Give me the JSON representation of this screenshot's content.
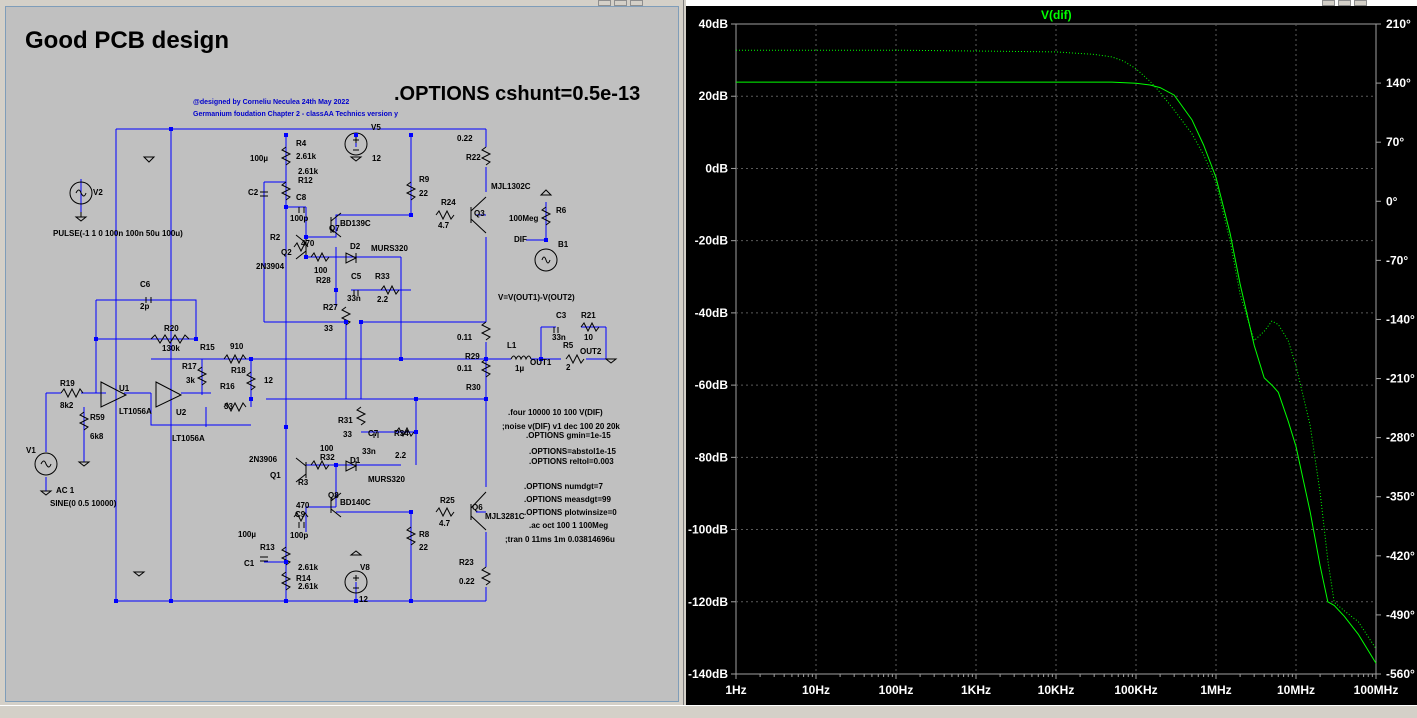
{
  "schematic": {
    "title": "Good PCB design",
    "options_cshunt": ".OPTIONS cshunt=0.5e-13",
    "credit_line1": "@designed by Corneliu Neculea 24th May 2022",
    "credit_line2": "Germanium foudation Chapter 2 - classAA Technics version y",
    "labels": [
      {
        "id": "v2",
        "text": "V2"
      },
      {
        "id": "pulse",
        "text": "PULSE(-1 1 0 100n 100n 50u 100u)"
      },
      {
        "id": "c6",
        "text": "C6"
      },
      {
        "id": "c6v",
        "text": "2p"
      },
      {
        "id": "r20",
        "text": "R20"
      },
      {
        "id": "r20v",
        "text": "130k"
      },
      {
        "id": "r15",
        "text": "R15"
      },
      {
        "id": "r15v",
        "text": "910"
      },
      {
        "id": "r17",
        "text": "R17"
      },
      {
        "id": "r17v",
        "text": "3k"
      },
      {
        "id": "r18",
        "text": "R18"
      },
      {
        "id": "r18v",
        "text": "12"
      },
      {
        "id": "r16",
        "text": "R16"
      },
      {
        "id": "r16v",
        "text": "33"
      },
      {
        "id": "r19",
        "text": "R19"
      },
      {
        "id": "r19v",
        "text": "8k2"
      },
      {
        "id": "r59",
        "text": "R59"
      },
      {
        "id": "r59v",
        "text": "6k8"
      },
      {
        "id": "u1",
        "text": "U1"
      },
      {
        "id": "u1v",
        "text": "LT1056A"
      },
      {
        "id": "u2",
        "text": "U2"
      },
      {
        "id": "u2v",
        "text": "LT1056A"
      },
      {
        "id": "v1",
        "text": "V1"
      },
      {
        "id": "ac1",
        "text": "AC 1"
      },
      {
        "id": "sine",
        "text": "SINE(0 0.5 10000)"
      },
      {
        "id": "c2",
        "text": "C2"
      },
      {
        "id": "c2v",
        "text": "100µ"
      },
      {
        "id": "r4",
        "text": "R4"
      },
      {
        "id": "r4v",
        "text": "2.61k"
      },
      {
        "id": "r12v",
        "text": "2.61k"
      },
      {
        "id": "r12",
        "text": "R12"
      },
      {
        "id": "c8",
        "text": "C8"
      },
      {
        "id": "c8v",
        "text": "100p"
      },
      {
        "id": "r2",
        "text": "R2"
      },
      {
        "id": "r2v",
        "text": "470"
      },
      {
        "id": "q7",
        "text": "Q7"
      },
      {
        "id": "q7v",
        "text": "BD139C"
      },
      {
        "id": "q2",
        "text": "Q2"
      },
      {
        "id": "q2v",
        "text": "2N3904"
      },
      {
        "id": "d2",
        "text": "D2"
      },
      {
        "id": "d2v",
        "text": "MURS320"
      },
      {
        "id": "r28v",
        "text": "100"
      },
      {
        "id": "r28",
        "text": "R28"
      },
      {
        "id": "c5",
        "text": "C5"
      },
      {
        "id": "c5v",
        "text": "33n"
      },
      {
        "id": "r33",
        "text": "R33"
      },
      {
        "id": "r33v",
        "text": "2.2"
      },
      {
        "id": "r27",
        "text": "R27"
      },
      {
        "id": "r27v",
        "text": "33"
      },
      {
        "id": "v5",
        "text": "V5"
      },
      {
        "id": "v5v",
        "text": "12"
      },
      {
        "id": "r9",
        "text": "R9"
      },
      {
        "id": "r9v",
        "text": "22"
      },
      {
        "id": "r24",
        "text": "R24"
      },
      {
        "id": "r24v",
        "text": "4.7"
      },
      {
        "id": "r22v",
        "text": "0.22"
      },
      {
        "id": "r22",
        "text": "R22"
      },
      {
        "id": "q3",
        "text": "Q3"
      },
      {
        "id": "q3v",
        "text": "MJL1302C"
      },
      {
        "id": "r6",
        "text": "R6"
      },
      {
        "id": "r6v",
        "text": "100Meg"
      },
      {
        "id": "dif",
        "text": "DIF"
      },
      {
        "id": "b1",
        "text": "B1"
      },
      {
        "id": "vexpr",
        "text": "V=V(OUT1)-V(OUT2)"
      },
      {
        "id": "c3",
        "text": "C3"
      },
      {
        "id": "c3v",
        "text": "33n"
      },
      {
        "id": "r21",
        "text": "R21"
      },
      {
        "id": "r21v",
        "text": "10"
      },
      {
        "id": "r5",
        "text": "R5"
      },
      {
        "id": "r5v",
        "text": "2"
      },
      {
        "id": "out2",
        "text": "OUT2"
      },
      {
        "id": "out1",
        "text": "OUT1"
      },
      {
        "id": "l1",
        "text": "L1"
      },
      {
        "id": "l1v",
        "text": "1µ"
      },
      {
        "id": "r29a",
        "text": "0.11"
      },
      {
        "id": "r29",
        "text": "R29"
      },
      {
        "id": "r29b",
        "text": "0.11"
      },
      {
        "id": "r30",
        "text": "R30"
      },
      {
        "id": "r31",
        "text": "R31"
      },
      {
        "id": "r31v",
        "text": "33"
      },
      {
        "id": "c7",
        "text": "C7"
      },
      {
        "id": "c7v",
        "text": "33n"
      },
      {
        "id": "r34",
        "text": "R34"
      },
      {
        "id": "r34v",
        "text": "2.2"
      },
      {
        "id": "q1v",
        "text": "2N3906"
      },
      {
        "id": "q1",
        "text": "Q1"
      },
      {
        "id": "r32v",
        "text": "100"
      },
      {
        "id": "r32",
        "text": "R32"
      },
      {
        "id": "d1",
        "text": "D1"
      },
      {
        "id": "d1v",
        "text": "MURS320"
      },
      {
        "id": "r3",
        "text": "R3"
      },
      {
        "id": "r3v",
        "text": "470"
      },
      {
        "id": "q8",
        "text": "Q8"
      },
      {
        "id": "q8v",
        "text": "BD140C"
      },
      {
        "id": "c9",
        "text": "C9"
      },
      {
        "id": "c9v",
        "text": "100p"
      },
      {
        "id": "c1v",
        "text": "100µ"
      },
      {
        "id": "r13",
        "text": "R13"
      },
      {
        "id": "c1",
        "text": "C1"
      },
      {
        "id": "r14v1",
        "text": "2.61k"
      },
      {
        "id": "r14",
        "text": "R14"
      },
      {
        "id": "r14v2",
        "text": "2.61k"
      },
      {
        "id": "v8",
        "text": "V8"
      },
      {
        "id": "v8v",
        "text": "12"
      },
      {
        "id": "r8",
        "text": "R8"
      },
      {
        "id": "r8v",
        "text": "22"
      },
      {
        "id": "r25",
        "text": "R25"
      },
      {
        "id": "r25v",
        "text": "4.7"
      },
      {
        "id": "q6",
        "text": "Q6"
      },
      {
        "id": "q6v",
        "text": "MJL3281C"
      },
      {
        "id": "r23",
        "text": "R23"
      },
      {
        "id": "r23v",
        "text": "0.22"
      }
    ],
    "directives": [
      ".four 10000 10 100 V(DIF)",
      ";noise v(DIF) v1 dec 100 20 20k",
      ".OPTIONS gmin=1e-15",
      ".OPTIONS=abstol1e-15",
      ".OPTIONS reltol=0.003",
      ".OPTIONS numdgt=7",
      ".OPTIONS measdgt=99",
      ".OPTIONS plotwinsize=0",
      ".ac oct 100 1 100Meg",
      ";tran 0 11ms 1m 0.03814696u"
    ]
  },
  "plot": {
    "trace_name": "V(dif)",
    "trace_color": "#00ff00",
    "background": "#000000",
    "grid_color": "#5a5a5a"
  },
  "chart_data": {
    "type": "line",
    "title": "V(dif)",
    "x_scale": "log",
    "x_ticks": [
      "1Hz",
      "10Hz",
      "100Hz",
      "1KHz",
      "10KHz",
      "100KHz",
      "1MHz",
      "10MHz",
      "100MHz"
    ],
    "x_tick_values": [
      1,
      10,
      100,
      1000,
      10000,
      100000,
      1000000,
      10000000,
      100000000
    ],
    "xlim": [
      1,
      100000000
    ],
    "y_ticks": [
      "40dB",
      "20dB",
      "0dB",
      "-20dB",
      "-40dB",
      "-60dB",
      "-80dB",
      "-100dB",
      "-120dB",
      "-140dB"
    ],
    "y_tick_values": [
      40,
      20,
      0,
      -20,
      -40,
      -60,
      -80,
      -100,
      -120,
      -140
    ],
    "ylim": [
      -140,
      40
    ],
    "y2_ticks": [
      "210°",
      "140°",
      "70°",
      "0°",
      "-70°",
      "-140°",
      "-210°",
      "-280°",
      "-350°",
      "-420°",
      "-490°",
      "-560°"
    ],
    "y2_tick_values": [
      210,
      140,
      70,
      0,
      -70,
      -140,
      -210,
      -280,
      -350,
      -420,
      -490,
      -560
    ],
    "y2lim": [
      -560,
      210
    ],
    "grid": true,
    "series": [
      {
        "name": "magnitude",
        "axis": "left",
        "style": "solid",
        "x": [
          1,
          10,
          100,
          1000,
          10000,
          50000,
          100000,
          150000,
          200000,
          300000,
          500000,
          700000,
          1000000,
          1500000,
          2000000,
          3000000,
          4000000,
          5000000,
          6000000,
          8000000,
          10000000,
          15000000,
          20000000,
          25000000,
          30000000,
          40000000,
          60000000,
          100000000
        ],
        "values": [
          23.9,
          23.9,
          23.9,
          23.9,
          23.9,
          23.9,
          23.6,
          23.1,
          22.4,
          20.3,
          13.5,
          6.5,
          -2.5,
          -18,
          -32,
          -49,
          -58,
          -60,
          -62,
          -70,
          -77,
          -95,
          -110,
          -120,
          -121,
          -124,
          -129,
          -137
        ]
      },
      {
        "name": "phase",
        "axis": "right",
        "style": "dotted",
        "x": [
          1,
          10,
          100,
          1000,
          10000,
          30000,
          50000,
          70000,
          100000,
          150000,
          200000,
          300000,
          500000,
          700000,
          1000000,
          1500000,
          2000000,
          3000000,
          4000000,
          5000000,
          6000000,
          8000000,
          10000000,
          15000000,
          20000000,
          25000000,
          30000000,
          40000000,
          60000000,
          100000000
        ],
        "values": [
          179,
          179,
          179,
          178,
          177,
          174,
          171,
          166,
          157,
          142,
          129,
          108,
          80,
          55,
          22,
          -47,
          -110,
          -165,
          -154,
          -142,
          -146,
          -165,
          -195,
          -265,
          -345,
          -425,
          -475,
          -485,
          -498,
          -530
        ]
      }
    ]
  }
}
